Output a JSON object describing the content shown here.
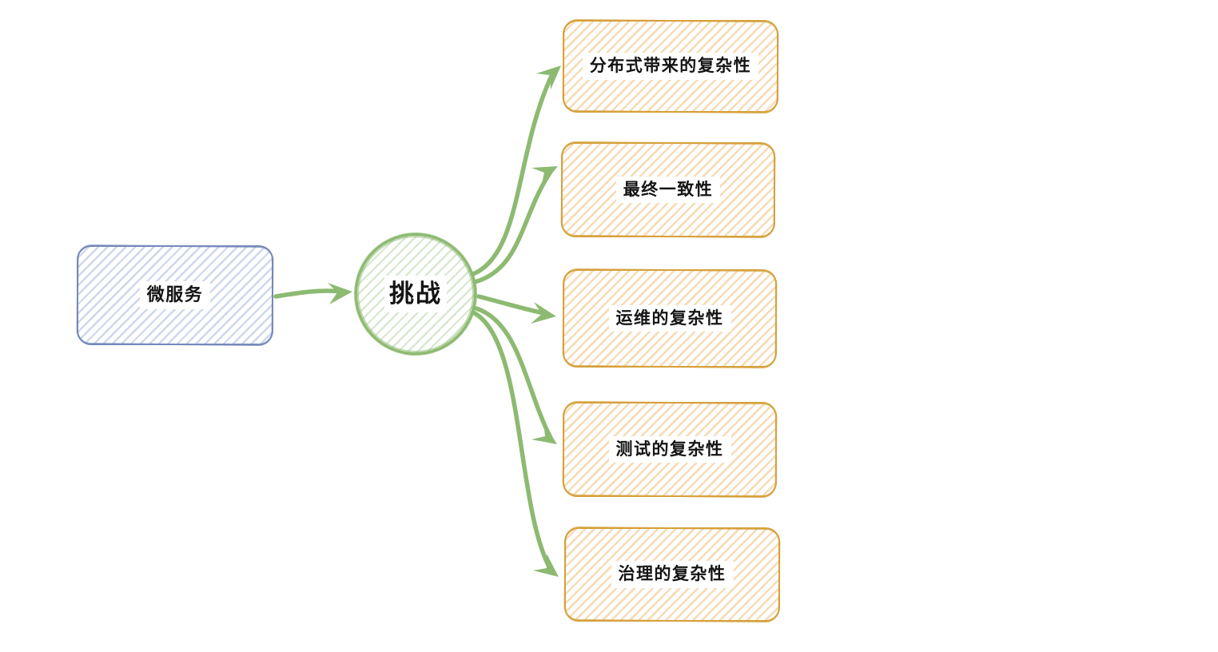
{
  "diagram": {
    "root": {
      "label": "微服务"
    },
    "hub": {
      "label": "挑战"
    },
    "children": [
      {
        "label": "分布式带来的复杂性"
      },
      {
        "label": "最终一致性"
      },
      {
        "label": "运维的复杂性"
      },
      {
        "label": "测试的复杂性"
      },
      {
        "label": "治理的复杂性"
      }
    ],
    "colors": {
      "root_border": "#7589bb",
      "root_fill_hatch": "#d6e0f2",
      "hub_border": "#8dba71",
      "hub_fill_hatch": "#dcead2",
      "child_border": "#d5a13c",
      "child_fill_hatch": "#f8ddb8",
      "connector": "#8dba71",
      "text": "#141414",
      "background": "#ffffff"
    }
  }
}
